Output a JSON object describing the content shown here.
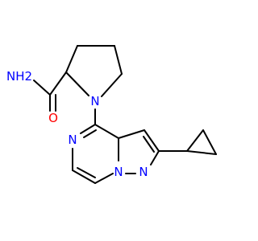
{
  "molecule": {
    "atoms": {
      "n_amide": "NH2",
      "o_carbonyl": "O",
      "n_pyrrolidine": "N",
      "n_pyrazine_left": "N",
      "n_bridge": "N",
      "n_pyrazole": "N"
    },
    "colors": {
      "bond": "#000000",
      "nitrogen": "#0000ff",
      "oxygen": "#ff0000",
      "background": "#ffffff"
    }
  }
}
